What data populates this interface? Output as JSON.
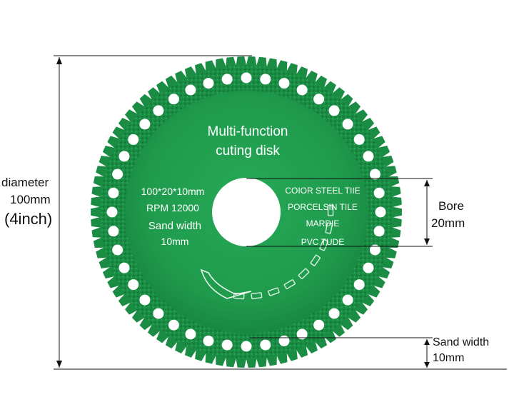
{
  "disk": {
    "title_line1": "Multi-function",
    "title_line2": "cuting disk",
    "spec_size": "100*20*10mm",
    "spec_rpm": "RPM 12000",
    "spec_sand_line1": "Sand width",
    "spec_sand_line2": "10mm",
    "materials": [
      "COIOR STEEL TIIE",
      "PORCELSIN TILE",
      "MARDIE",
      "PVC TUDE"
    ]
  },
  "dimensions": {
    "diameter_label": "diameter",
    "diameter_value": "100mm",
    "diameter_inch": "(4inch)",
    "bore_label": "Bore",
    "bore_value": "20mm",
    "sand_label": "Sand width",
    "sand_value": "10mm"
  },
  "colors": {
    "disk_green": "#1f9a4c",
    "disk_dark": "#146b34",
    "text_white": "#ffffff",
    "line": "#111111"
  }
}
